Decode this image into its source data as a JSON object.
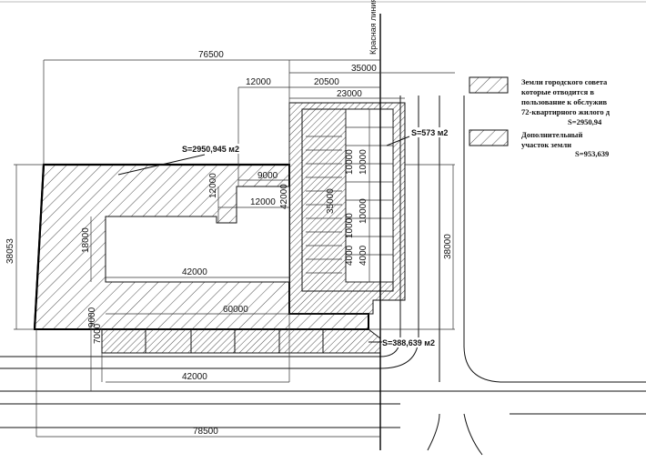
{
  "dimensions": {
    "top_total": "76500",
    "top_right": "35000",
    "d12000_top": "12000",
    "d20500": "20500",
    "d23000": "23000",
    "d9000": "9000",
    "d12000_mid": "12000",
    "d12000_vert": "12000",
    "d42000_vert": "42000",
    "d35000_vert": "35000",
    "d10000_a": "10000",
    "d10000_b": "10000",
    "d10000_c": "10000",
    "d10000_d": "10000",
    "d4000_a": "4000",
    "d4000_b": "4000",
    "d18000": "18000",
    "d42000_mid": "42000",
    "d60000": "60000",
    "d9000_left": "9000",
    "d7000": "7000",
    "d42000_bottom": "42000",
    "bottom_total": "78500",
    "left_height": "38053",
    "right_height": "38000"
  },
  "areas": {
    "main": "S=2950,945 м2",
    "right": "S=573 м2",
    "bottom": "S=388,639 м2"
  },
  "red_line_label": "Красная линия",
  "legend": {
    "item1_line1": "Земли городского совета",
    "item1_line2": "которые отводится в",
    "item1_line3": "пользование к обслужив",
    "item1_line4": "72-квартирного жилого д",
    "item1_area": "S=2950,94",
    "item2_line1": "Дополнительный",
    "item2_line2": "участок земли",
    "item2_area": "S=953,639"
  }
}
